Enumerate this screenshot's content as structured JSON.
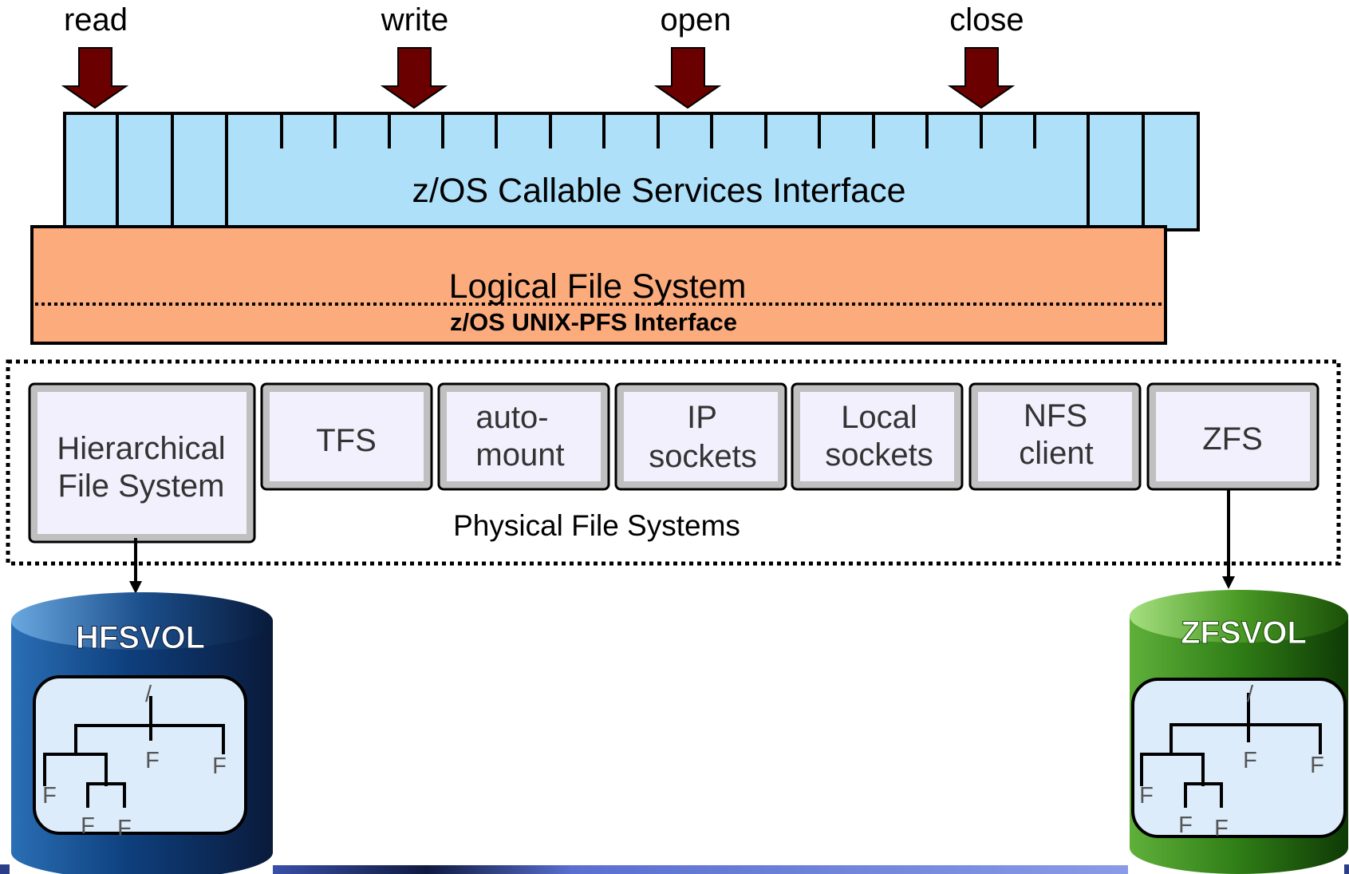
{
  "api_calls": [
    "read",
    "write",
    "open",
    "close"
  ],
  "callable_interface": {
    "label": "z/OS Callable Services Interface"
  },
  "lfs": {
    "label": "Logical File System",
    "pfs_interface": "z/OS UNIX-PFS Interface"
  },
  "pfs_group": {
    "label": "Physical File Systems"
  },
  "pfs": [
    {
      "lines": [
        "Hierarchical",
        "File System"
      ]
    },
    {
      "lines": [
        "TFS"
      ]
    },
    {
      "lines": [
        "auto-",
        "mount"
      ]
    },
    {
      "lines": [
        "IP",
        "sockets"
      ]
    },
    {
      "lines": [
        "Local",
        "sockets"
      ]
    },
    {
      "lines": [
        "NFS",
        "client"
      ]
    },
    {
      "lines": [
        "ZFS"
      ]
    }
  ],
  "volumes": [
    {
      "label": "HFSVOL",
      "tree": {
        "root": "/",
        "leaf": "F"
      },
      "color": "#1f5fa0"
    },
    {
      "label": "ZFSVOL",
      "tree": {
        "root": "/",
        "leaf": "F"
      },
      "color": "#3f8f1f"
    }
  ],
  "colors": {
    "callable": "#aee0fa",
    "lfs": "#fcab7c",
    "pfs_box": "#f2f0fd",
    "arrow": "#6b0000"
  }
}
